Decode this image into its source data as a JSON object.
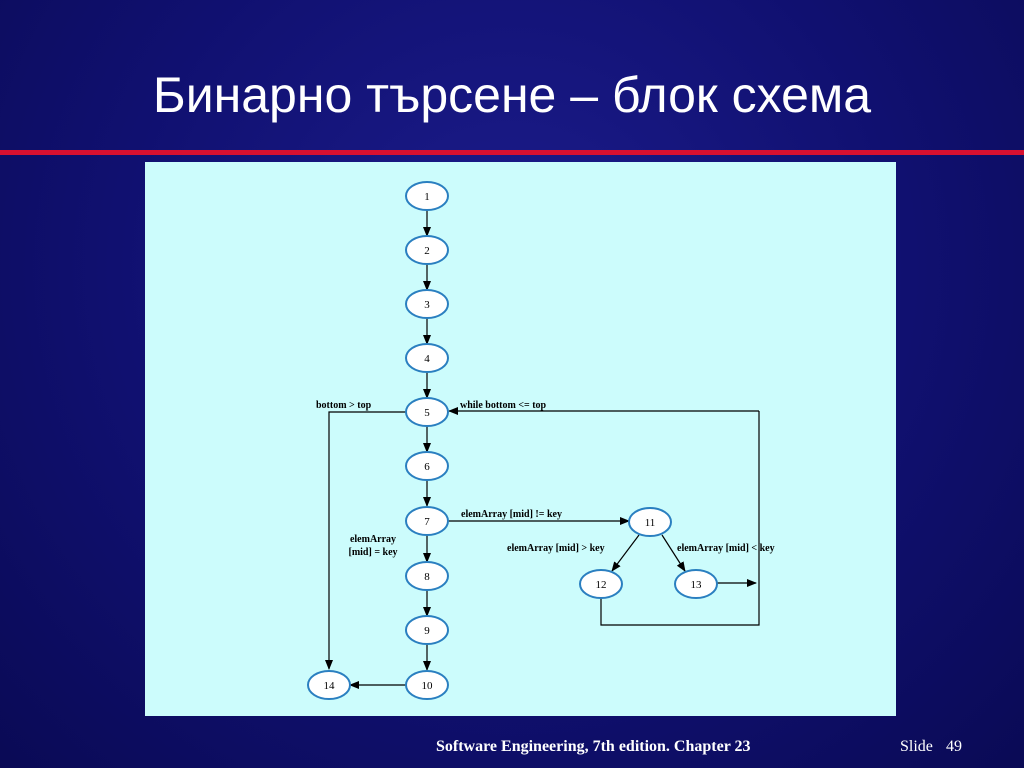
{
  "slide": {
    "title": "Бинарно търсене – блок схема",
    "footer": "Software Engineering, 7th edition. Chapter 23",
    "slide_label": "Slide",
    "slide_number": "49",
    "colors": {
      "background": "#101070",
      "accent_rule": "#d81030",
      "diagram_bg": "#ccfcfc",
      "node_stroke": "#2a7fc0"
    }
  },
  "diagram": {
    "nodes": [
      {
        "id": "n1",
        "label": "1"
      },
      {
        "id": "n2",
        "label": "2"
      },
      {
        "id": "n3",
        "label": "3"
      },
      {
        "id": "n4",
        "label": "4"
      },
      {
        "id": "n5",
        "label": "5"
      },
      {
        "id": "n6",
        "label": "6"
      },
      {
        "id": "n7",
        "label": "7"
      },
      {
        "id": "n8",
        "label": "8"
      },
      {
        "id": "n9",
        "label": "9"
      },
      {
        "id": "n10",
        "label": "10"
      },
      {
        "id": "n11",
        "label": "11"
      },
      {
        "id": "n12",
        "label": "12"
      },
      {
        "id": "n13",
        "label": "13"
      },
      {
        "id": "n14",
        "label": "14"
      }
    ],
    "edge_labels": {
      "bottom_gt_top": "bottom > top",
      "while_loop": "while bottom <= top",
      "not_equal": "elemArray [mid] != key",
      "equal_line1": "elemArray",
      "equal_line2": "[mid] = key",
      "greater": "elemArray [mid] > key",
      "less": "elemArray [mid] < key"
    }
  }
}
